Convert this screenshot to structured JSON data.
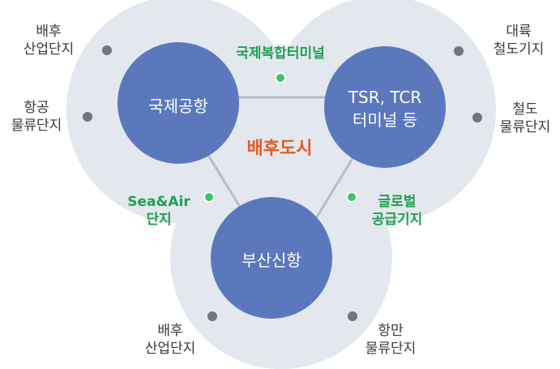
{
  "colors": {
    "zone_fill": "#e3e7ee",
    "hub_fill": "#5b78bd",
    "connector": "#b6bcc9",
    "outer_dot": "#6e7681",
    "inner_dot": "#3cc56d",
    "inner_text": "#20a050",
    "center_text": "#e65a1e"
  },
  "hubs": {
    "airport": "국제공항",
    "terminal": [
      "TSR, TCR",
      "터미널 등"
    ],
    "port": "부산신항"
  },
  "center_label": "배후도시",
  "links": {
    "top": "국제복합터미널",
    "left": [
      "Sea&Air",
      "단지"
    ],
    "right": [
      "글로벌",
      "공급기지"
    ]
  },
  "facilities": {
    "airport_upper": [
      "배후",
      "산업단지"
    ],
    "airport_lower": [
      "항공",
      "물류단지"
    ],
    "terminal_upper": [
      "대륙",
      "철도기지"
    ],
    "terminal_lower": [
      "철도",
      "물류단지"
    ],
    "port_left": [
      "배후",
      "산업단지"
    ],
    "port_right": [
      "항만",
      "물류단지"
    ]
  }
}
